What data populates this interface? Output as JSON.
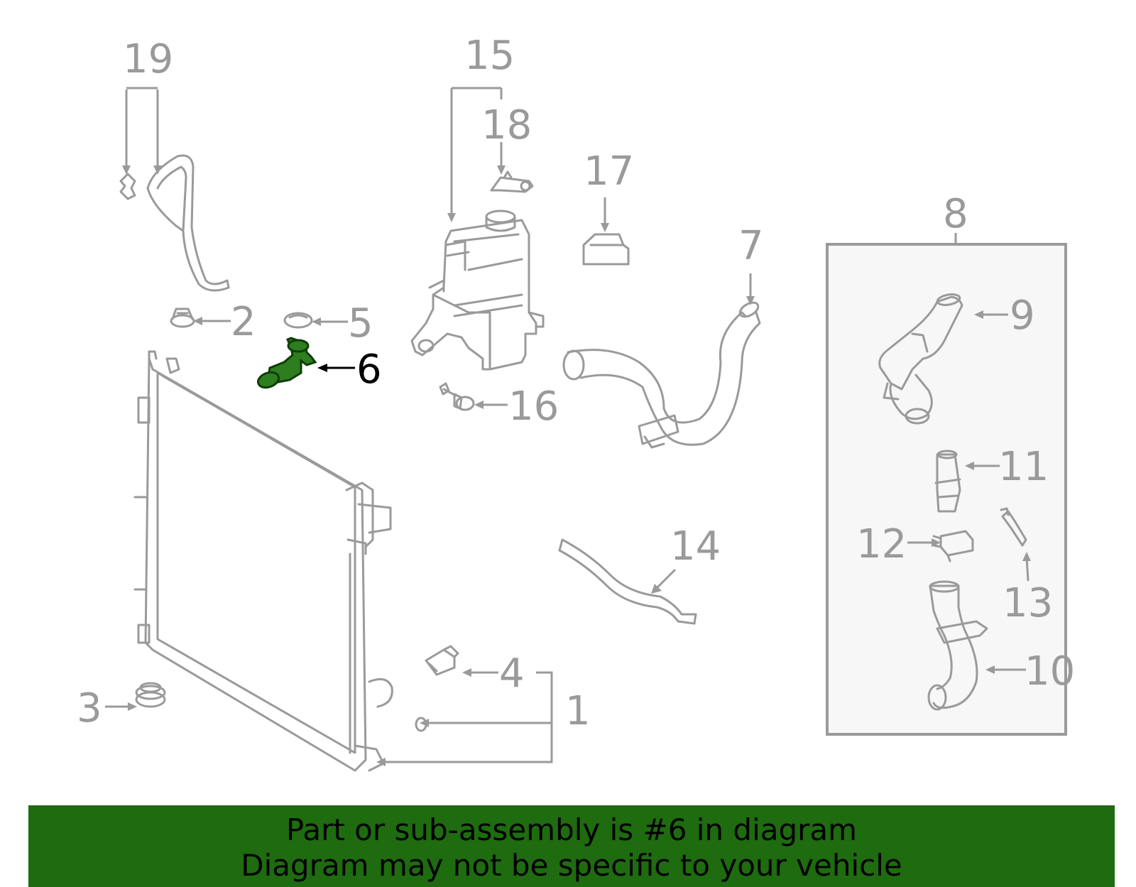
{
  "diagram": {
    "callouts": {
      "c1": "1",
      "c2": "2",
      "c3": "3",
      "c4": "4",
      "c5": "5",
      "c6": "6",
      "c7": "7",
      "c8": "8",
      "c9": "9",
      "c10": "10",
      "c11": "11",
      "c12": "12",
      "c13": "13",
      "c14": "14",
      "c15": "15",
      "c16": "16",
      "c17": "17",
      "c18": "18",
      "c19": "19"
    },
    "highlighted_part": "6",
    "colors": {
      "line_gray": "#9a9a9a",
      "highlight_green": "#2e7d1e",
      "banner_green": "#1e6b10"
    }
  },
  "banner": {
    "line1": "Part or sub-assembly is #6 in diagram",
    "line2": "Diagram may not be specific to your vehicle"
  }
}
